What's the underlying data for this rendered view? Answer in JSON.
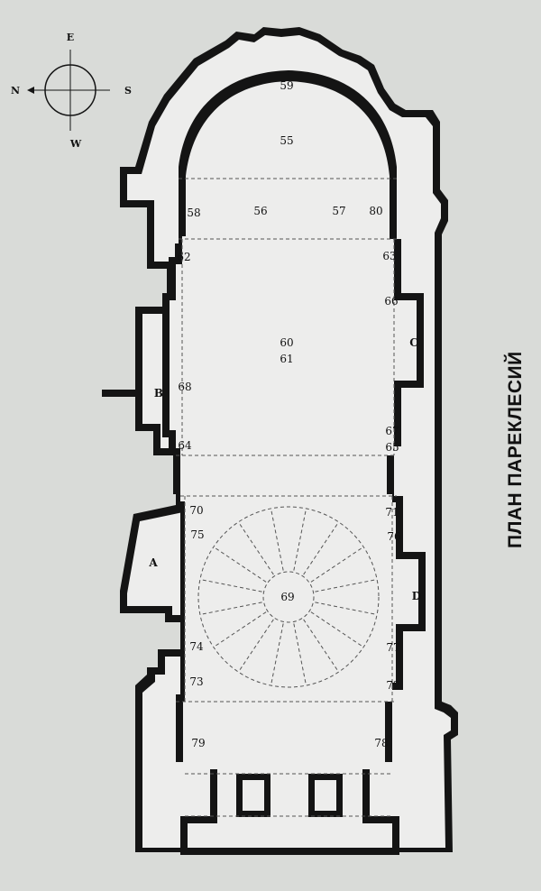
{
  "title": "ПЛАН ПАРЕКЛЕСИЙ",
  "compass": {
    "east": "E",
    "north": "N",
    "south": "S",
    "west": "W"
  },
  "rooms": {
    "a": "A",
    "b": "B",
    "c": "C",
    "d": "D"
  },
  "points": {
    "p55": "55",
    "p56": "56",
    "p57": "57",
    "p58": "58",
    "p59": "59",
    "p60": "60",
    "p61": "61",
    "p62": "62",
    "p63": "63",
    "p64": "64",
    "p65": "65",
    "p66": "66",
    "p67": "67",
    "p68": "68",
    "p69": "69",
    "p70": "70",
    "p71": "71",
    "p72": "72",
    "p73": "73",
    "p74": "74",
    "p75": "75",
    "p76": "76",
    "p77": "77",
    "p78": "78",
    "p79": "79",
    "p80": "80"
  },
  "colors": {
    "background": "#d9dbd8",
    "wall": "#141414",
    "floor": "#ededec",
    "dashed": "#555555"
  }
}
